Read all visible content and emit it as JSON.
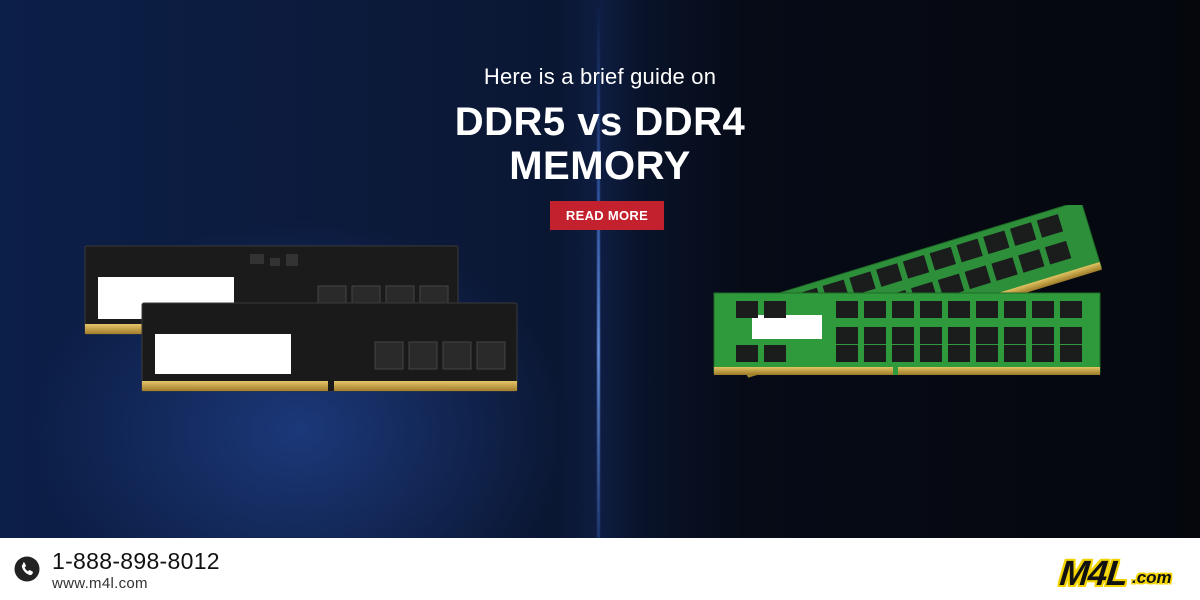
{
  "hero": {
    "intro": "Here is a brief guide on",
    "headline_line1": "DDR5 vs DDR4",
    "headline_line2": "MEMORY",
    "cta_label": "READ MORE"
  },
  "footer": {
    "phone": "1-888-898-8012",
    "website": "www.m4l.com",
    "logo_brand": "M4L",
    "logo_suffix": ".com"
  },
  "colors": {
    "cta_background": "#c4212f",
    "logo_accent": "#f4d400",
    "ddr4_pcb": "#2e8f3a",
    "ddr5_pcb": "#1c1c1c"
  },
  "icons": {
    "phone": "phone-icon"
  }
}
